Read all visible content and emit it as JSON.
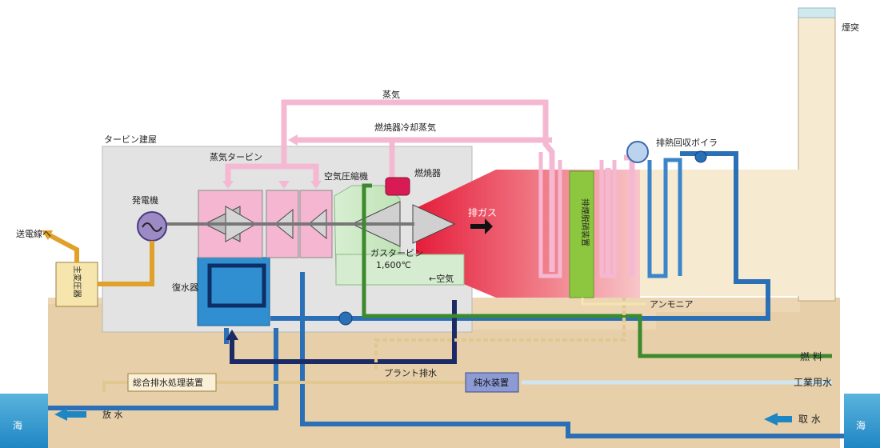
{
  "labels": {
    "steam": "蒸気",
    "combustor_cooling_steam": "燃焼器冷却蒸気",
    "turbine_building": "タービン建屋",
    "steam_turbine": "蒸気タービン",
    "generator": "発電機",
    "air_compressor": "空気圧縮機",
    "combustor": "燃焼器",
    "exhaust_gas": "排ガス",
    "gas_turbine": "ガスタービン",
    "gas_turbine_temp": "1,600℃",
    "air": "←空気",
    "condenser": "復水器",
    "denox": "排煙脱硝装置",
    "hrsg": "排熱回収ボイラ",
    "chimney": "煙突",
    "to_transmission": "送電線へ",
    "main_transformer": "主変圧器",
    "ammonia": "アンモニア",
    "fuel": "燃 料",
    "plant_drain": "プラント排水",
    "water_purifier": "純水装置",
    "wastewater_treatment": "総合排水処理装置",
    "industrial_water": "工業用水",
    "discharge": "放 水",
    "intake": "取 水",
    "sea_left": "海",
    "sea_right": "海"
  },
  "colors": {
    "steam": "#f5b8d2",
    "water": "#2b6fb6",
    "fuel": "#3d8a2e",
    "power": "#e0a12a",
    "drain": "#f3e3b0",
    "industrial_water": "#cfe6f0",
    "exhaust": "#e9203c",
    "ground": "#e8d2b0",
    "sea": "#3ea0d0"
  }
}
